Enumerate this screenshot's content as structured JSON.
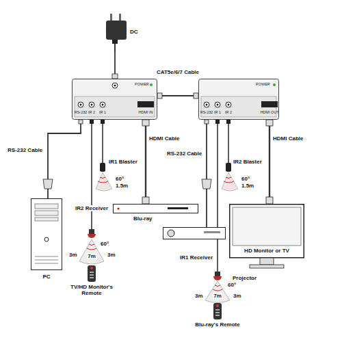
{
  "diagram": {
    "nodes": [
      {
        "text": [
          "DC"
        ]
      },
      {
        "text": [
          "POWER",
          "RS-232",
          "IR 2",
          "IR 1",
          "HDMI IN"
        ]
      },
      {
        "text": [
          "POWER",
          "RS-232",
          "IR 1",
          "IR 2",
          "HDMI OUT"
        ]
      },
      {
        "text": [
          "Blu-ray"
        ]
      },
      {
        "text": [
          "PC"
        ]
      },
      {
        "text": [
          "Projector"
        ]
      },
      {
        "text": [
          "HD Monitor or TV"
        ]
      },
      {
        "text": [
          "TV/HD Monitor's Remote"
        ]
      },
      {
        "text": [
          "Blu-ray's Remote"
        ]
      }
    ],
    "edges": [
      {
        "from": 0,
        "to": 1,
        "arrow": "none"
      },
      {
        "from": 1,
        "to": 2,
        "label": "CAT5e/6/7 Cable",
        "arrow": "none"
      },
      {
        "from": 1,
        "to": 4,
        "label": "RS-232 Cable",
        "arrow": "none"
      },
      {
        "from": 1,
        "to": 3,
        "label": "HDMI Cable",
        "arrow": "none"
      },
      {
        "from": 2,
        "to": 5,
        "label": "RS-232 Cable",
        "arrow": "none"
      },
      {
        "from": 2,
        "to": 6,
        "label": "HDMI Cable",
        "arrow": "none"
      }
    ],
    "labels": [
      "IR1 Blaster",
      "IR2 Receiver",
      "IR1 Receiver",
      "IR2 Blaster",
      "60°",
      "1.5m",
      "60°",
      "1.5m",
      "3m",
      "60°",
      "7m",
      "3m",
      "3m",
      "60°",
      "7m",
      "3m"
    ]
  }
}
